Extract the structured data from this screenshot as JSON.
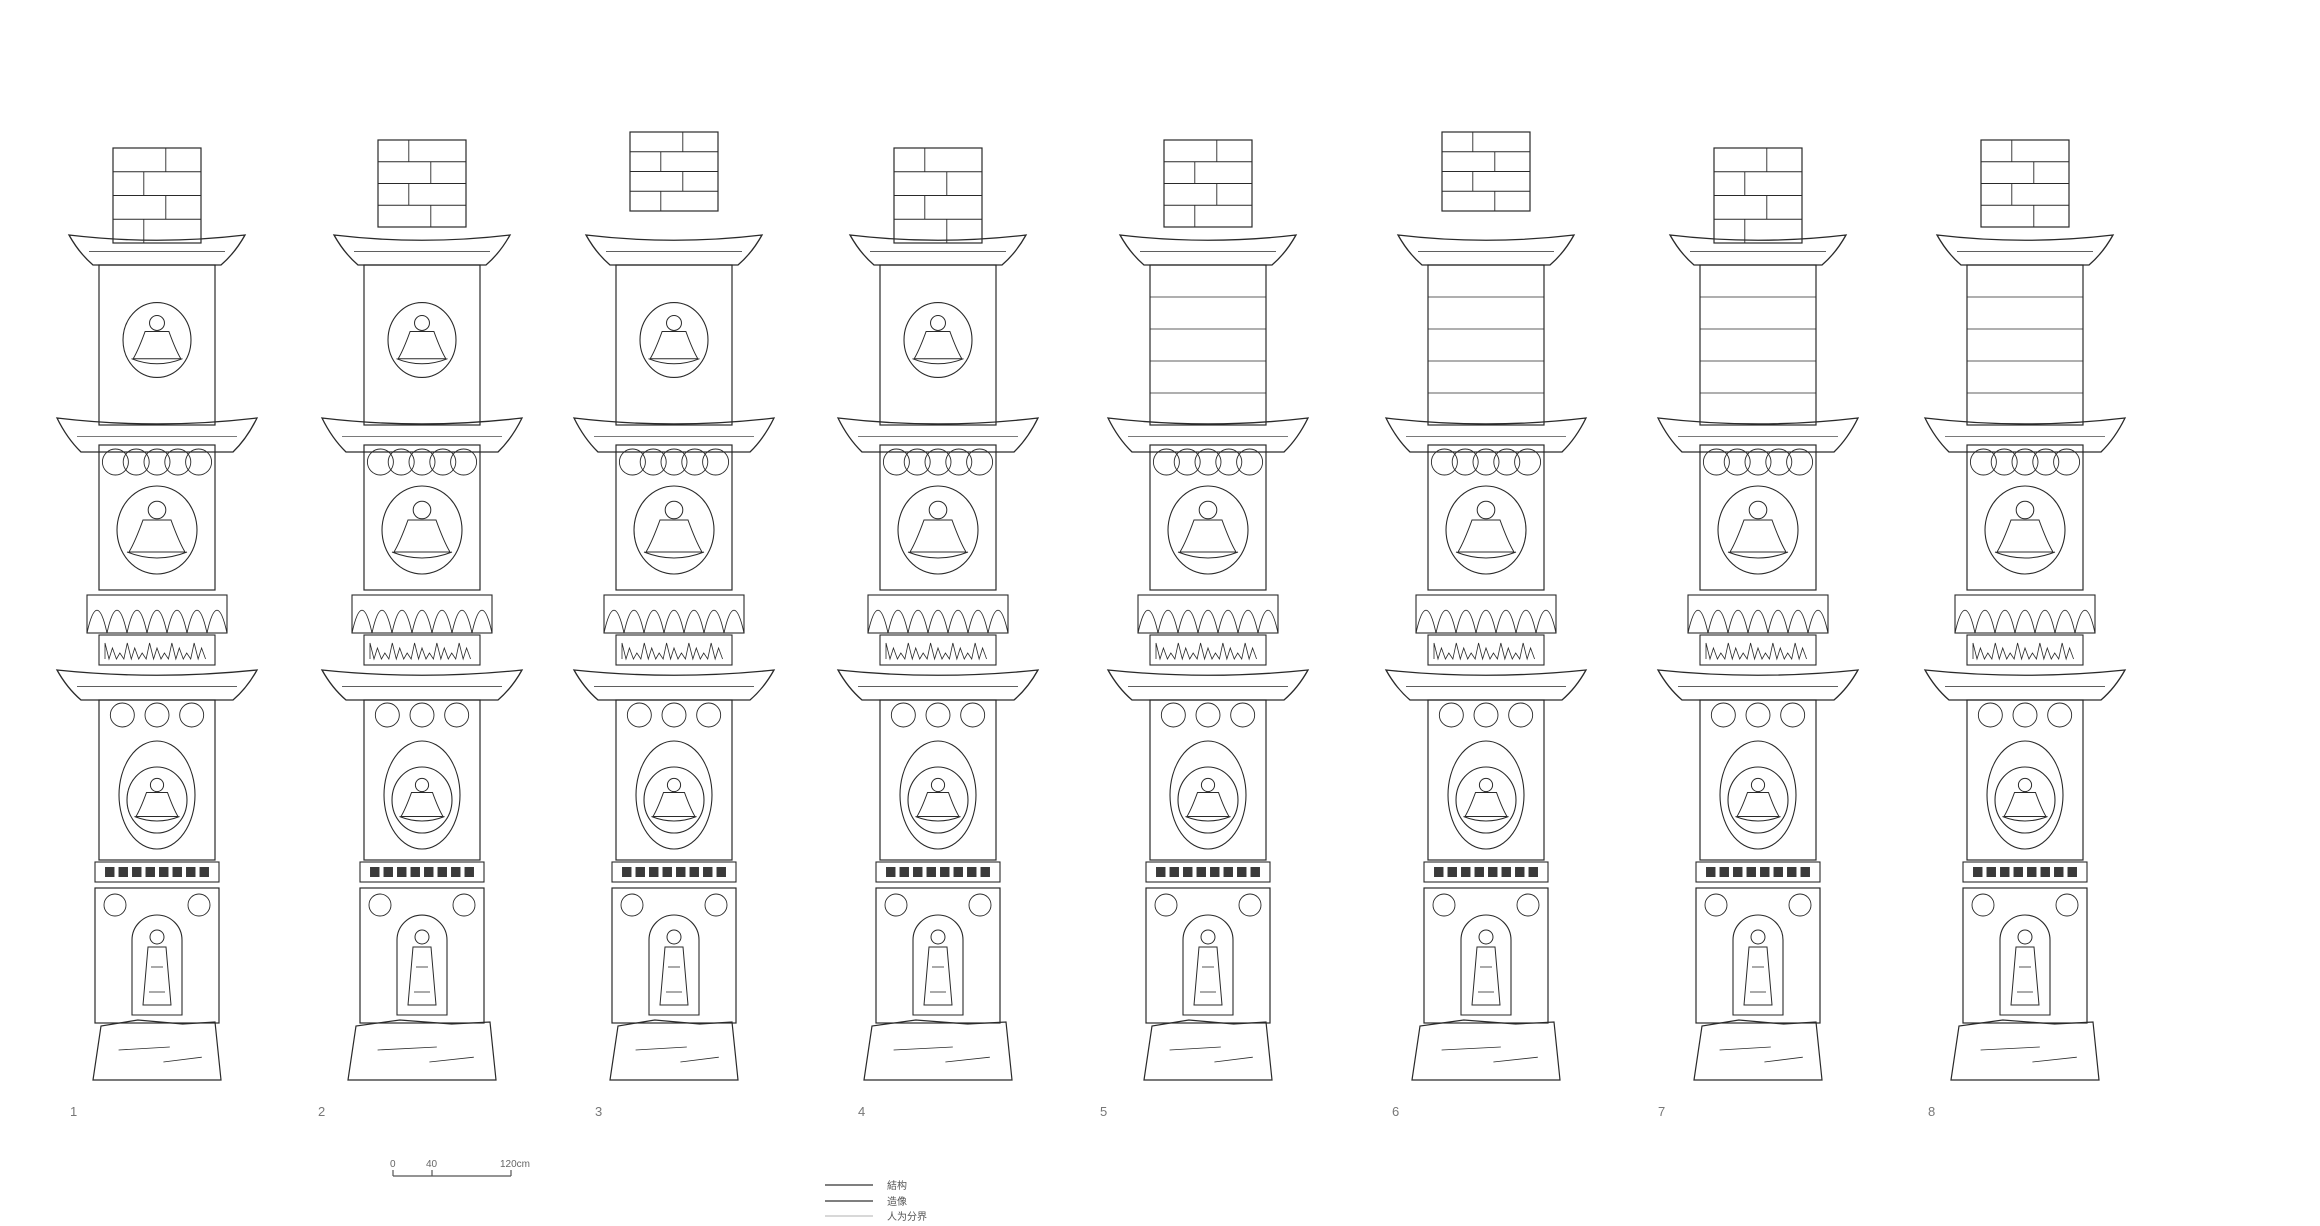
{
  "pillars": [
    {
      "number": "1"
    },
    {
      "number": "2"
    },
    {
      "number": "3"
    },
    {
      "number": "4"
    },
    {
      "number": "5"
    },
    {
      "number": "6"
    },
    {
      "number": "7"
    },
    {
      "number": "8"
    }
  ],
  "scale_bar": {
    "ticks": [
      "0",
      "40",
      "120cm"
    ]
  },
  "legend": {
    "items": [
      {
        "label": "結构",
        "style": "solid"
      },
      {
        "label": "造像",
        "style": "solid"
      },
      {
        "label": "人为分界",
        "style": "thin"
      }
    ]
  }
}
